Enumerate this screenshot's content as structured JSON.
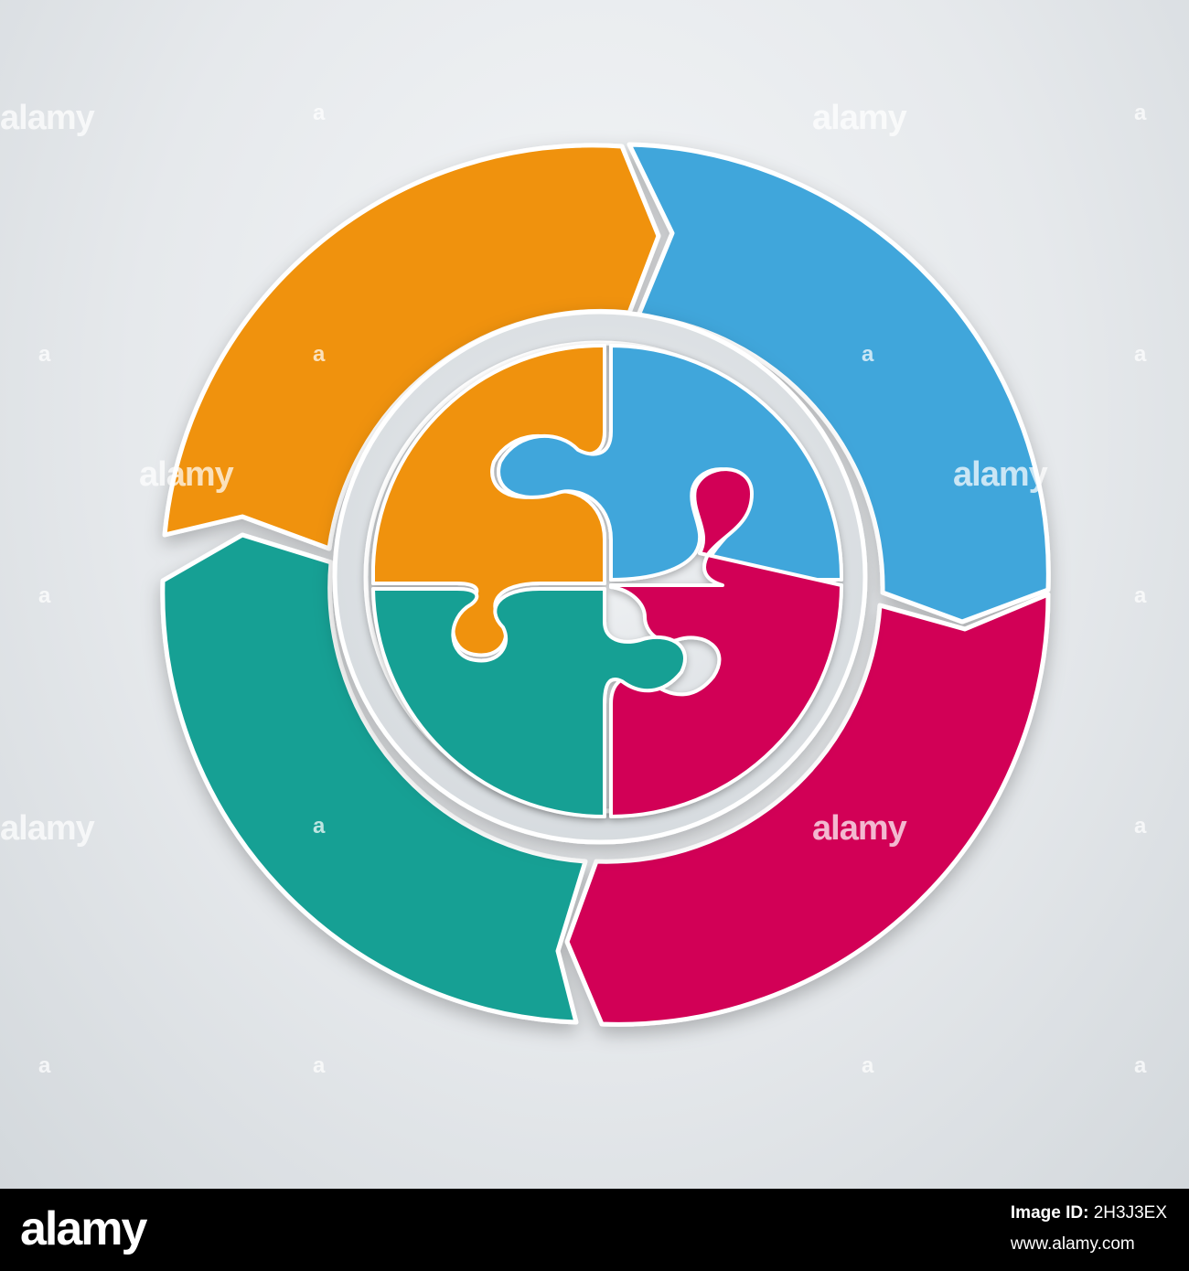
{
  "watermark": {
    "word": "alamy",
    "letter": "a"
  },
  "footer": {
    "logo": "alamy",
    "image_id_label": "Image ID:",
    "image_id": "2H3J3EX",
    "url": "www.alamy.com"
  },
  "diagram": {
    "segments": [
      {
        "name": "orange",
        "color": "#f0920b"
      },
      {
        "name": "blue",
        "color": "#3fa6db"
      },
      {
        "name": "magenta",
        "color": "#d20057"
      },
      {
        "name": "teal",
        "color": "#16a094"
      }
    ],
    "outline_color": "#ffffff",
    "gap_color": "#d6dadd"
  }
}
